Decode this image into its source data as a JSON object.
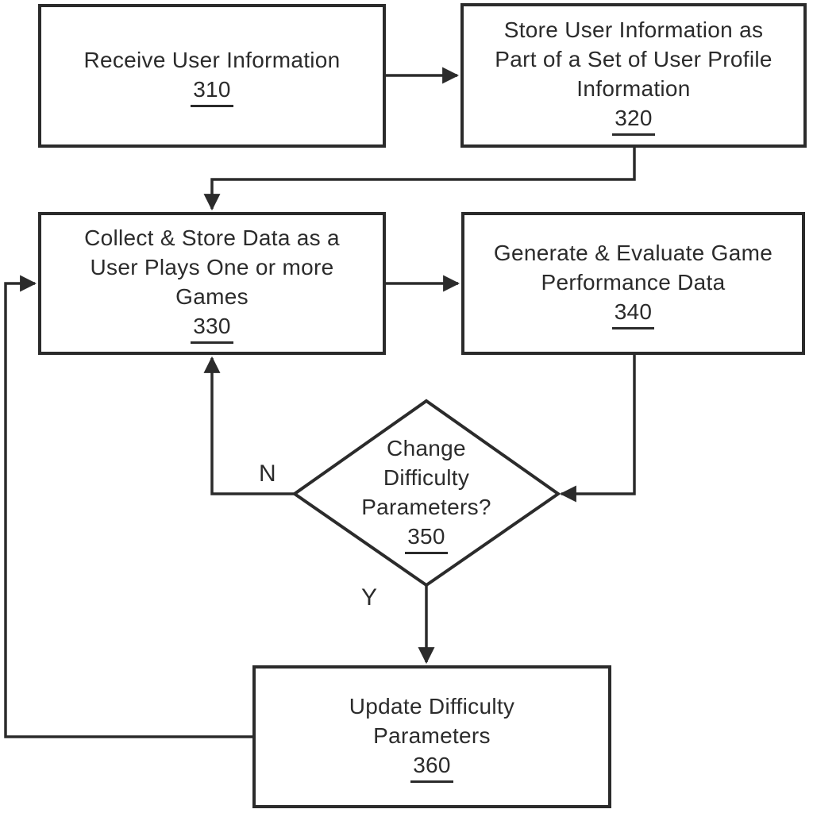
{
  "diagram": {
    "type": "flowchart",
    "colors": {
      "ink": "#2b2b2b",
      "background": "#ffffff"
    },
    "nodes": {
      "n310": {
        "label": "Receive User Information",
        "number": "310"
      },
      "n320": {
        "label": "Store User Information as\nPart of a Set of User Profile\nInformation",
        "number": "320"
      },
      "n330": {
        "label": "Collect & Store Data as a\nUser Plays One or more\nGames",
        "number": "330"
      },
      "n340": {
        "label": "Generate & Evaluate Game\nPerformance Data",
        "number": "340"
      },
      "n350": {
        "label": "Change\nDifficulty\nParameters?",
        "number": "350"
      },
      "n360": {
        "label": "Update Difficulty\nParameters",
        "number": "360"
      }
    },
    "edge_labels": {
      "no": "N",
      "yes": "Y"
    }
  }
}
